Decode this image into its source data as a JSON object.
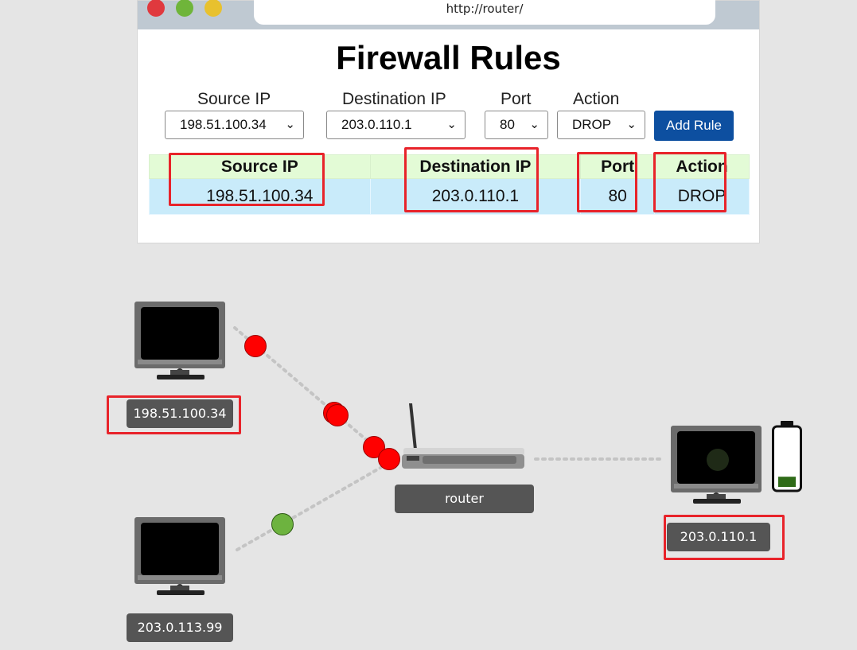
{
  "browser": {
    "url": "http://router/",
    "page_title": "Firewall Rules"
  },
  "form": {
    "source_label": "Source IP",
    "source_value": "198.51.100.34",
    "dest_label": "Destination IP",
    "dest_value": "203.0.110.1",
    "port_label": "Port",
    "port_value": "80",
    "action_label": "Action",
    "action_value": "DROP",
    "add_button": "Add Rule"
  },
  "table": {
    "headers": [
      "Source IP",
      "Destination IP",
      "Port",
      "Action"
    ],
    "rows": [
      [
        "198.51.100.34",
        "203.0.110.1",
        "80",
        "DROP"
      ]
    ]
  },
  "network": {
    "hosts": [
      {
        "label": "198.51.100.34",
        "icon": "monitor-icon"
      },
      {
        "label": "203.0.113.99",
        "icon": "monitor-icon"
      },
      {
        "label": "203.0.110.1",
        "icon": "monitor-icon"
      }
    ],
    "router_label": "router",
    "battery_level": 0.2,
    "colors": {
      "blocked_packet": "#ff0000",
      "allowed_packet": "#6db33f",
      "highlight": "#e8232a",
      "label_bg": "#555555"
    }
  }
}
